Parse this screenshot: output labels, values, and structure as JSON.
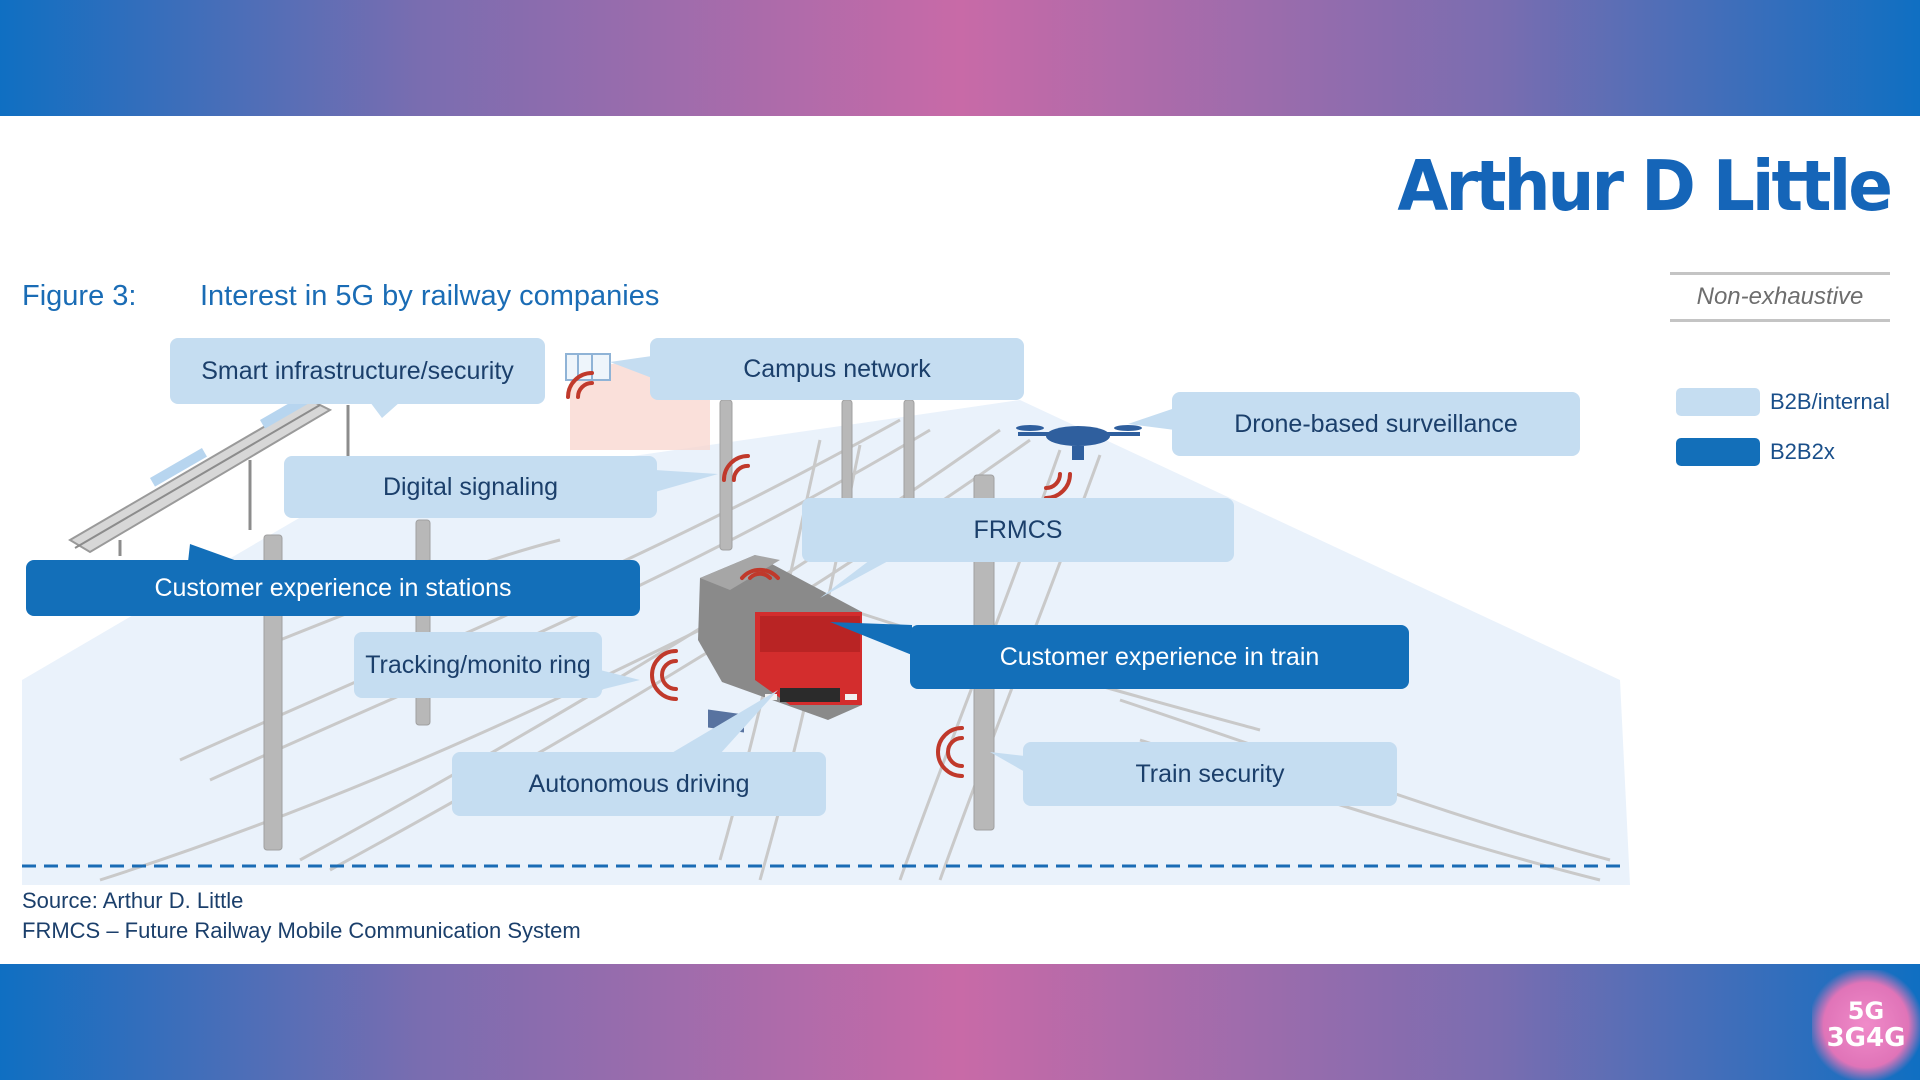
{
  "brand": {
    "logo_text": "Arthur D Little"
  },
  "figure": {
    "number": "Figure 3:",
    "title": "Interest in 5G by railway companies"
  },
  "tag": "Non-exhaustive",
  "legend": [
    {
      "label": "B2B/internal",
      "color": "#c5ddf1"
    },
    {
      "label": "B2B2x",
      "color": "#136fb9"
    }
  ],
  "callouts": {
    "smart_infrastructure": "Smart infrastructure/security",
    "campus_network": "Campus network",
    "drone_surveillance": "Drone-based surveillance",
    "digital_signaling": "Digital signaling",
    "frmcs": "FRMCS",
    "customer_experience_stations": "Customer experience in stations",
    "tracking_monitoring": "Tracking/monito ring",
    "customer_experience_train": "Customer experience in train",
    "autonomous_driving": "Autonomous driving",
    "train_security": "Train security"
  },
  "footnotes": {
    "source": "Source: Arthur D. Little",
    "frmcs_definition": "FRMCS – Future Railway Mobile Communication System"
  },
  "badge": {
    "line1": "5G",
    "line2": "3G4G"
  },
  "colors": {
    "accent_blue": "#1a6cb5",
    "b2b_internal": "#c5ddf1",
    "b2b2x": "#136fb9",
    "signal_red": "#c0392b"
  }
}
